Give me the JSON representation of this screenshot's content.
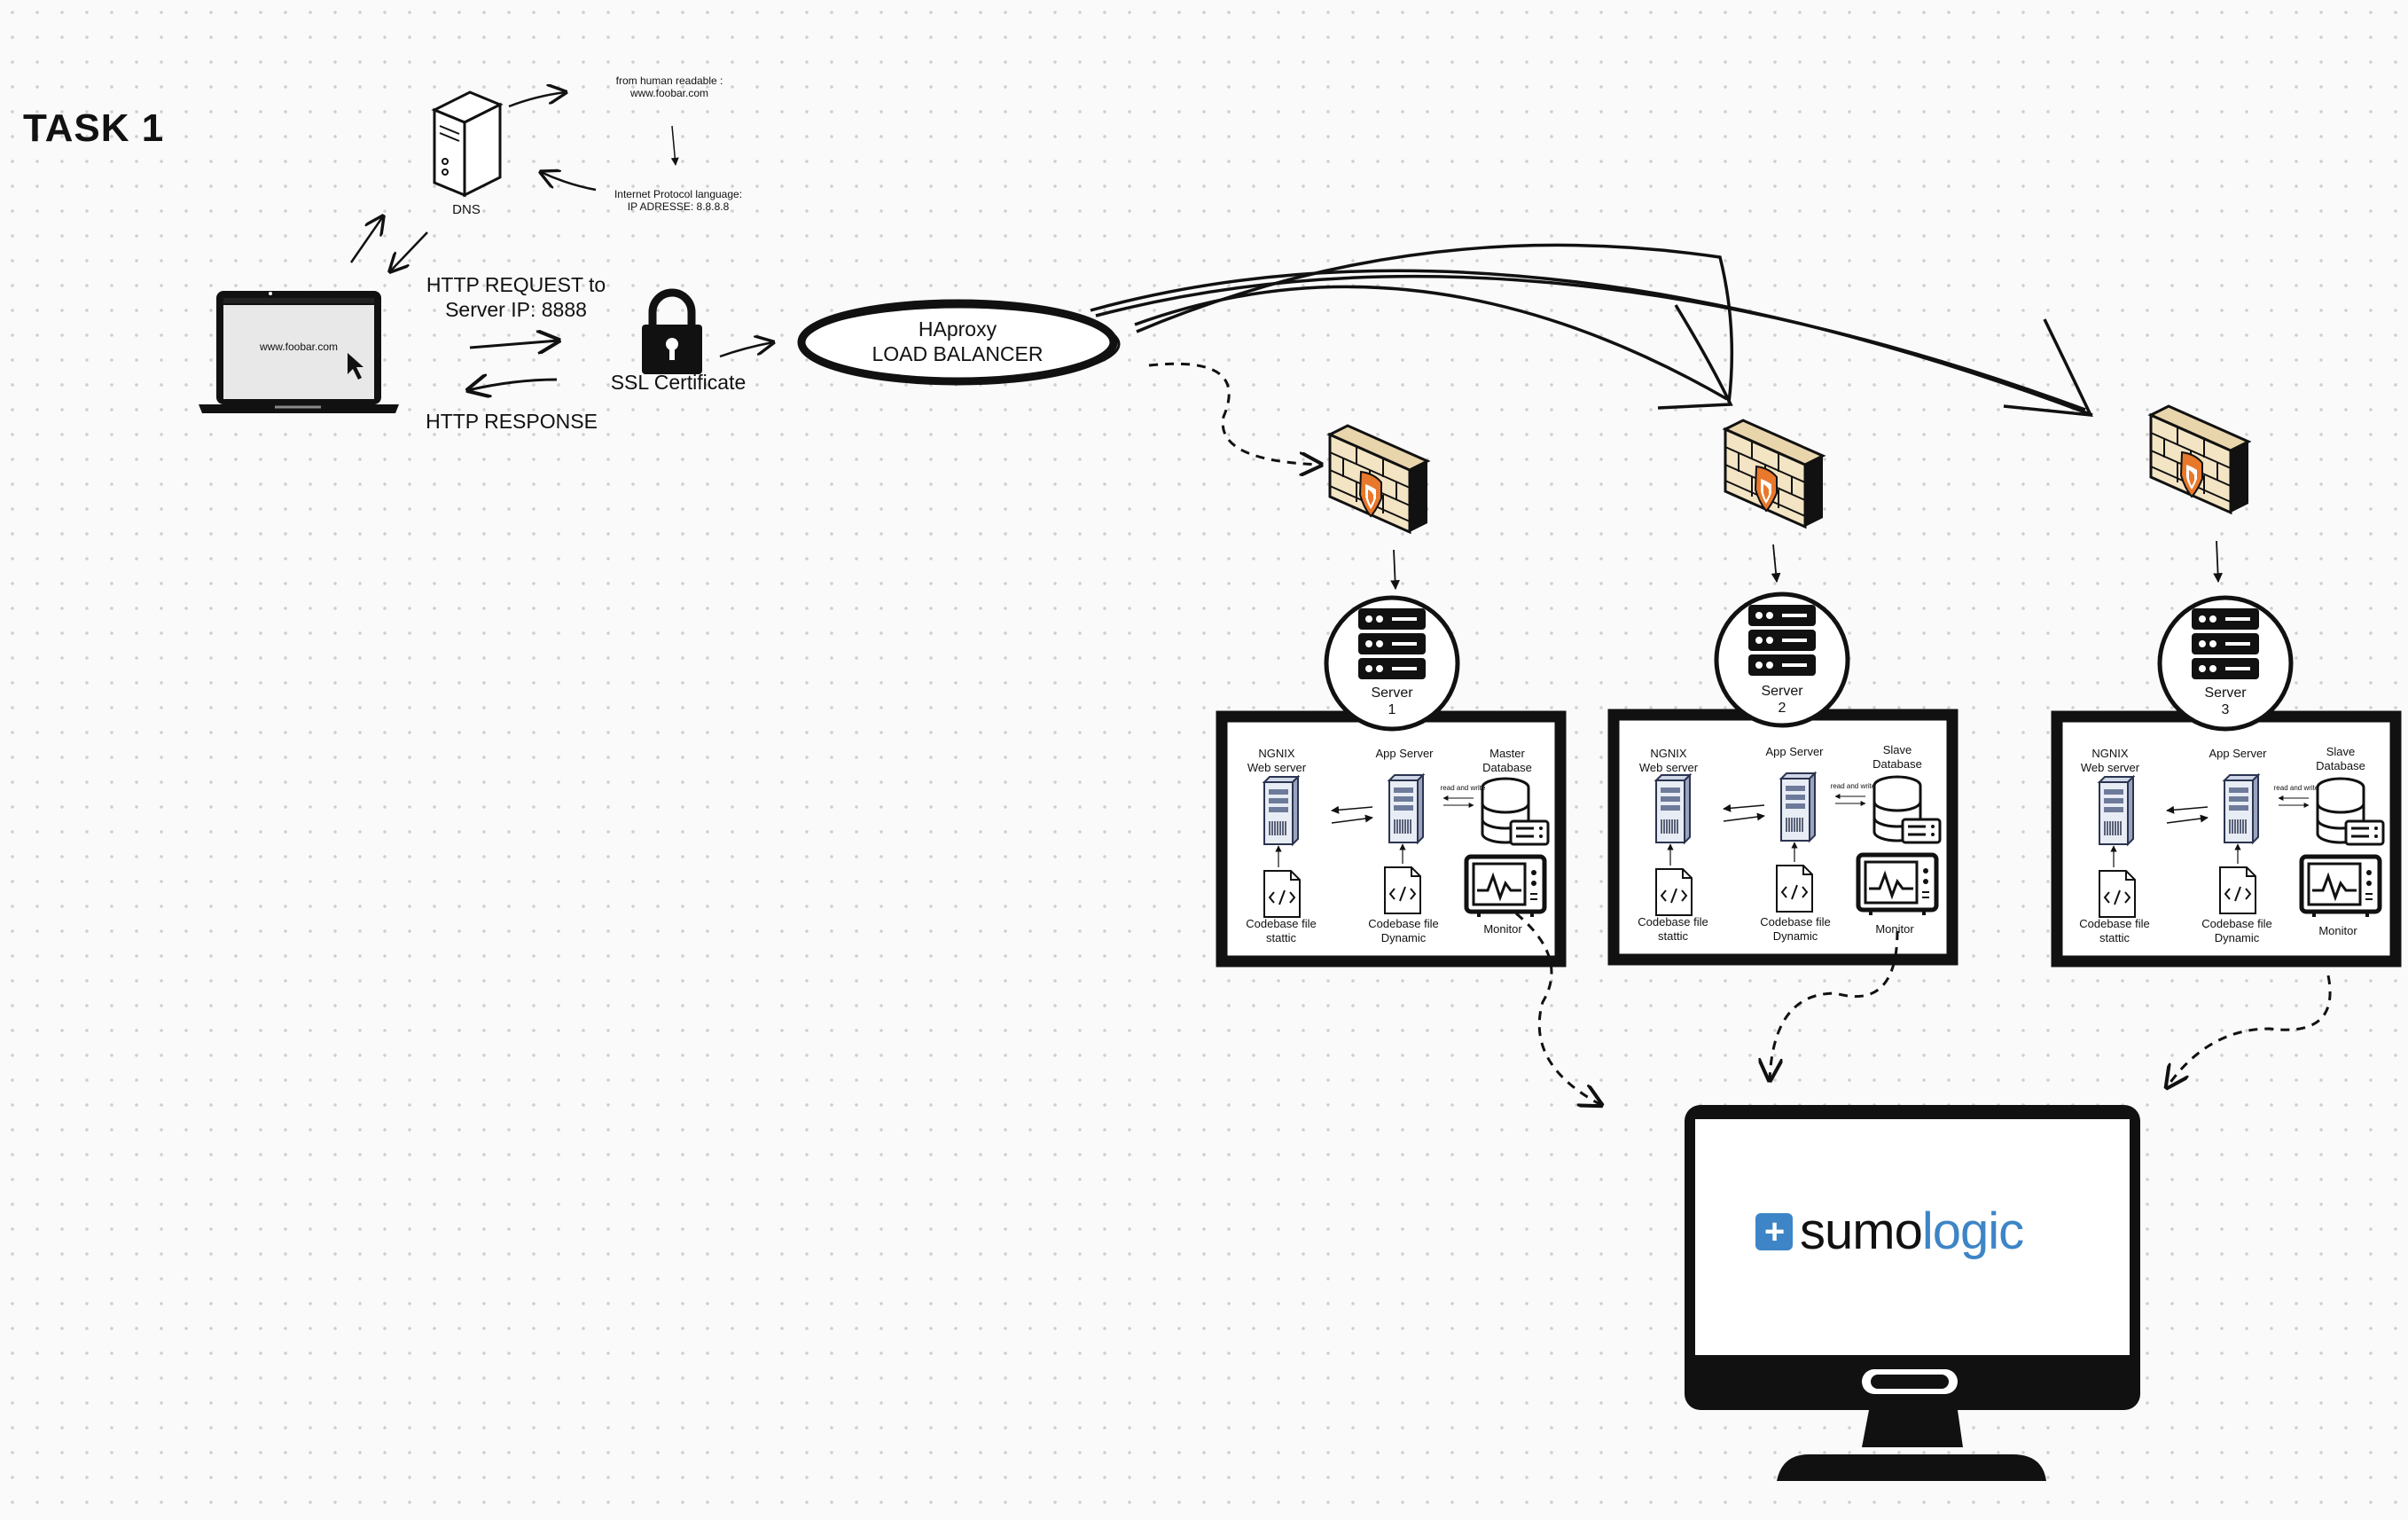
{
  "title": "TASK 1",
  "dns": {
    "label": "DNS",
    "note_top_line1": "from human readable :",
    "note_top_line2": "www.foobar.com",
    "note_bottom_line1": "Internet Protocol language:",
    "note_bottom_line2": "IP ADRESSE: 8.8.8.8"
  },
  "laptop": {
    "url": "www.foobar.com"
  },
  "http": {
    "request_line1": "HTTP REQUEST to",
    "request_line2": "Server IP: 8888",
    "response": "HTTP RESPONSE"
  },
  "ssl": {
    "label": "SSL Certificate"
  },
  "load_balancer": {
    "line1": "HAproxy",
    "line2": "LOAD BALANCER"
  },
  "servers": [
    {
      "name": "Server",
      "number": "1",
      "web_line1": "NGNIX",
      "web_line2": "Web  server",
      "app": "App Server",
      "db_line1": "Master",
      "db_line2": "Database",
      "rw": "read and write",
      "static_line1": "Codebase file",
      "static_line2": "stattic",
      "dynamic_line1": "Codebase file",
      "dynamic_line2": "Dynamic",
      "monitor": "Monitor"
    },
    {
      "name": "Server",
      "number": "2",
      "web_line1": "NGNIX",
      "web_line2": "Web  server",
      "app": "App Server",
      "db_line1": "Slave",
      "db_line2": "Database",
      "rw": "read and write",
      "static_line1": "Codebase file",
      "static_line2": "stattic",
      "dynamic_line1": "Codebase file",
      "dynamic_line2": "Dynamic",
      "monitor": "Monitor"
    },
    {
      "name": "Server",
      "number": "3",
      "web_line1": "NGNIX",
      "web_line2": "Web  server",
      "app": "App Server",
      "db_line1": "Slave",
      "db_line2": "Database",
      "rw": "read and write",
      "static_line1": "Codebase file",
      "static_line2": "stattic",
      "dynamic_line1": "Codebase file",
      "dynamic_line2": "Dynamic",
      "monitor": "Monitor"
    }
  ],
  "monitoring": {
    "brand_a": "sumo",
    "brand_b": "logic",
    "brand_color": "#3d85c6"
  },
  "colors": {
    "firewall_brick": "#f3e4c4",
    "shield": "#e8782b",
    "ink": "#111111"
  }
}
